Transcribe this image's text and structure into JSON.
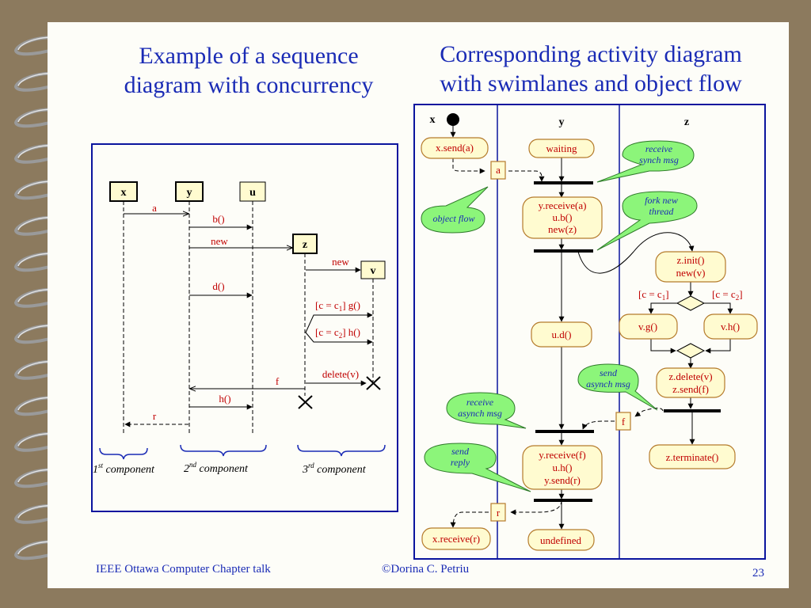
{
  "titles": {
    "left": [
      "Example of a sequence",
      "diagram with concurrency"
    ],
    "right": [
      "Corresponding activity diagram",
      "with swimlanes and object flow"
    ]
  },
  "footer": {
    "left": "IEEE Ottawa Computer Chapter talk",
    "center": "©Dorina C. Petriu",
    "page_number": "23"
  },
  "sequence": {
    "objects": [
      "x",
      "y",
      "u",
      "z",
      "v"
    ],
    "messages": {
      "a": "a",
      "b": "b()",
      "new1": "new",
      "new2": "new",
      "d": "d()",
      "g_pre": "[c = c",
      "g_sub": "1",
      "g_post": "] g()",
      "h_pre": "[c = c",
      "h_sub": "2",
      "h_post": "] h()",
      "delete": "delete(v)",
      "f": "f",
      "h2": "h()",
      "r": "r"
    },
    "components": [
      {
        "num": "1",
        "sup": "st",
        "text": " component"
      },
      {
        "num": "2",
        "sup": "nd",
        "text": " component"
      },
      {
        "num": "3",
        "sup": "rd",
        "text": " component"
      }
    ]
  },
  "activity": {
    "lanes": [
      "x",
      "y",
      "z"
    ],
    "nodes": {
      "xsend": "x.send(a)",
      "waiting": "waiting",
      "yrecv1": "y.receive(a)",
      "yrecv2": "u.b()",
      "yrecv3": "new(z)",
      "zinit1": "z.init()",
      "zinit2": "new(v)",
      "vg": "v.g()",
      "vh": "v.h()",
      "ud": "u.d()",
      "zdel1": "z.delete(v)",
      "zdel2": "z.send(f)",
      "yrf1": "y.receive(f)",
      "yrf2": "u.h()",
      "yrf3": "y.send(r)",
      "zterm": "z.terminate()",
      "xrecv": "x.receive(r)",
      "undefined": "undefined",
      "obj_a": "a",
      "obj_f": "f",
      "obj_r": "r",
      "guard1_pre": "[c = c",
      "guard1_sub": "1",
      "guard1_post": "]",
      "guard2_pre": "[c = c",
      "guard2_sub": "2",
      "guard2_post": "]"
    },
    "callouts": {
      "receive_synch": [
        "receive",
        "synch msg"
      ],
      "object_flow": [
        "object flow"
      ],
      "fork_new": [
        "fork new",
        "thread"
      ],
      "send_asynch": [
        "send",
        "asynch msg"
      ],
      "receive_asynch": [
        "receive",
        "asynch msg"
      ],
      "send_reply": [
        "send",
        "reply"
      ]
    }
  },
  "colors": {
    "title": "#1a2bb5",
    "frame": "#0a149e",
    "text_red": "#c00000",
    "node_fill": "#fffbd0",
    "node_stroke": "#b57b2c",
    "callout_fill": "#8cf57a"
  }
}
